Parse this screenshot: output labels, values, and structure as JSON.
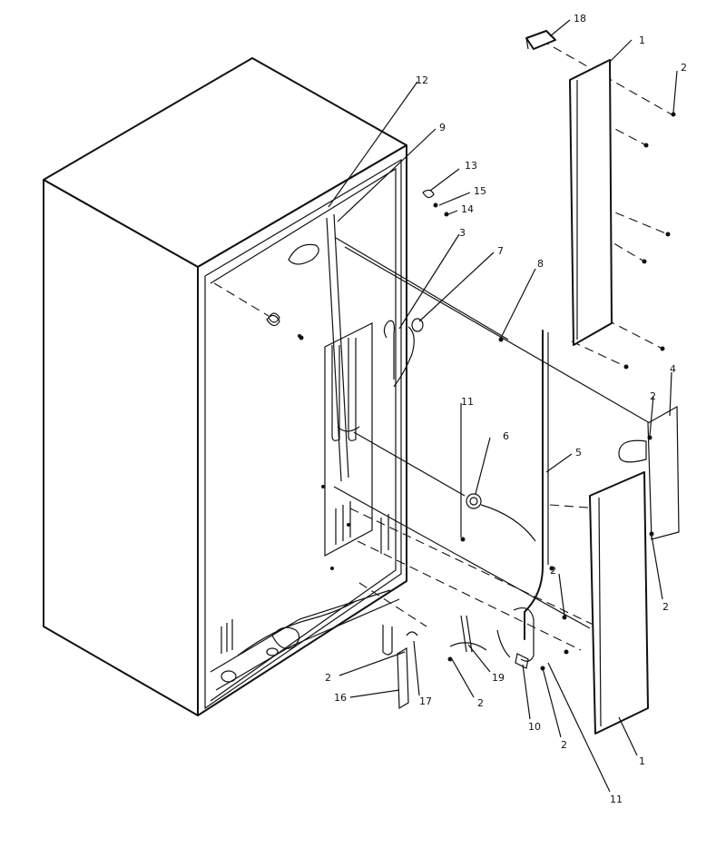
{
  "callouts": {
    "c1_top": "1",
    "c2_top": "2",
    "c18": "18",
    "c12": "12",
    "c9": "9",
    "c13": "13",
    "c15": "15",
    "c14": "14",
    "c3": "3",
    "c7": "7",
    "c8": "8",
    "c4": "4",
    "c2_right": "2",
    "c11_mid": "11",
    "c6": "6",
    "c5": "5",
    "c2_mid": "2",
    "c2_lowright": "2",
    "c2_left": "2",
    "c16": "16",
    "c17": "17",
    "c2_bottom": "2",
    "c19": "19",
    "c10": "10",
    "c2_bottom2": "2",
    "c1_bottom": "1",
    "c11_bottom": "11"
  }
}
